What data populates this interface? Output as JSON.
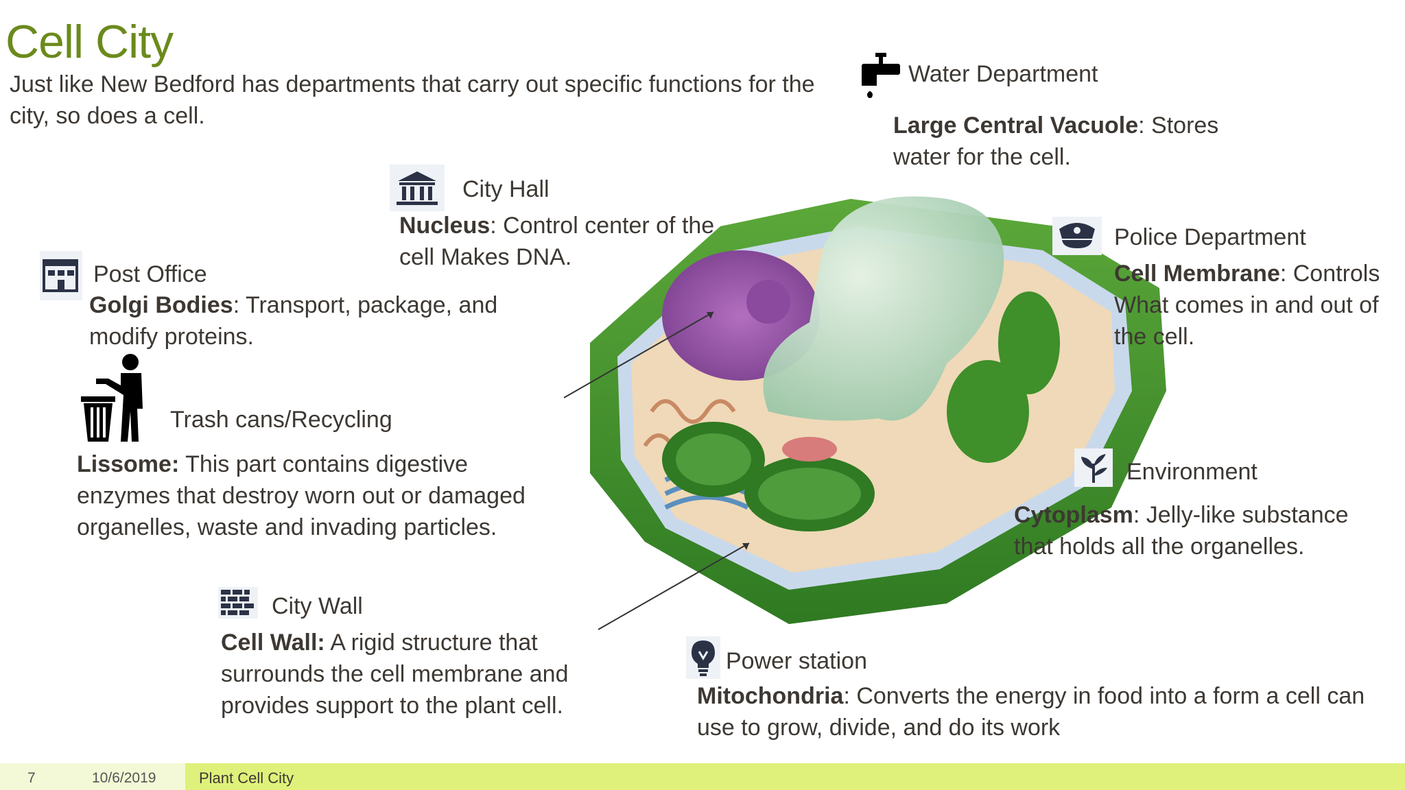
{
  "title": "Cell City",
  "intro": "Just like New Bedford has departments that carry out specific functions for the city, so does a cell.",
  "sections": {
    "water": {
      "heading": "Water Department",
      "term": "Large Central Vacuole",
      "text": ": Stores water for the cell.",
      "icon": "faucet-icon"
    },
    "city_hall": {
      "heading": "City Hall",
      "term": "Nucleus",
      "text": ": Control center of the cell Makes DNA.",
      "icon": "city-hall-icon"
    },
    "police": {
      "heading": "Police Department",
      "term": "Cell Membrane",
      "text": ": Controls What comes in and out of the cell.",
      "icon": "police-cap-icon"
    },
    "post_office": {
      "heading": "Post Office",
      "term": "Golgi Bodies",
      "text": ": Transport, package, and modify proteins.",
      "icon": "post-office-icon"
    },
    "trash": {
      "heading": "Trash cans/Recycling",
      "term": "Lissome:",
      "text": " This part contains digestive enzymes that destroy worn out or damaged organelles, waste and invading particles.",
      "icon": "trash-person-icon"
    },
    "environment": {
      "heading": "Environment",
      "term": "Cytoplasm",
      "text": ": Jelly-like substance that holds all the organelles.",
      "icon": "plant-icon"
    },
    "city_wall": {
      "heading": "City Wall",
      "term": "Cell  Wall:",
      "text": " A rigid structure that surrounds the cell membrane and provides support to the plant cell.",
      "icon": "brick-wall-icon"
    },
    "power": {
      "heading": "Power station",
      "term": "Mitochondria",
      "text": ": Converts the energy in food into a form a cell can use to grow, divide, and do its work",
      "icon": "lightbulb-icon"
    }
  },
  "footer": {
    "page_number": "7",
    "date": "10/6/2019",
    "name": "Plant Cell City"
  },
  "colors": {
    "title": "#6b8a1c",
    "footer_bar": "#dff17a",
    "cell_wall": "#3f8f2a"
  }
}
